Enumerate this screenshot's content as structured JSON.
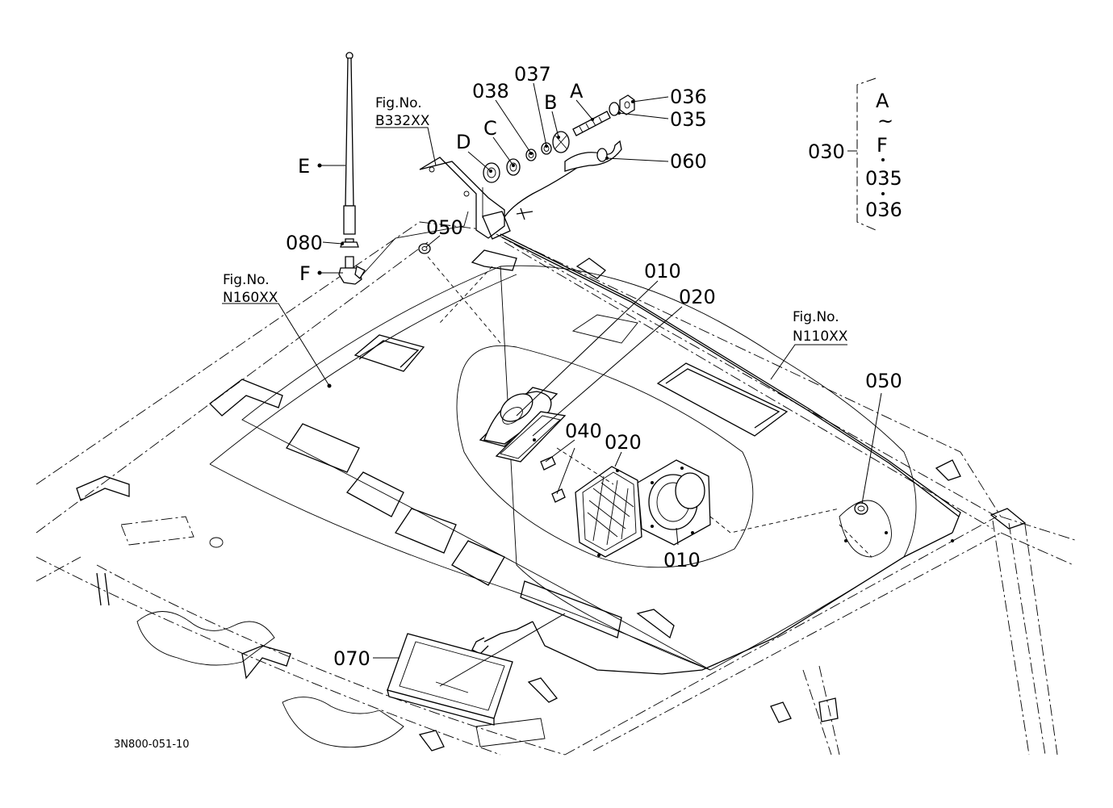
{
  "drawing_code": "3N800-051-10",
  "fig_refs": [
    {
      "fig": "Fig.No.",
      "code": "B332XX"
    },
    {
      "fig": "Fig.No.",
      "code": "N160XX"
    },
    {
      "fig": "Fig.No.",
      "code": "N110XX"
    }
  ],
  "callouts": {
    "c036": "036",
    "c035": "035",
    "c037": "037",
    "c038": "038",
    "cB": "B",
    "cA": "A",
    "cC": "C",
    "cD": "D",
    "cE": "E",
    "c060": "060",
    "c080": "080",
    "cF": "F",
    "c050a": "050",
    "c010a": "010",
    "c020a": "020",
    "c050b": "050",
    "c040": "040",
    "c020b": "020",
    "c010b": "010",
    "c070": "070"
  },
  "kit_legend": {
    "label": "030",
    "items": [
      "A",
      "~",
      "F",
      "035",
      "036"
    ]
  }
}
